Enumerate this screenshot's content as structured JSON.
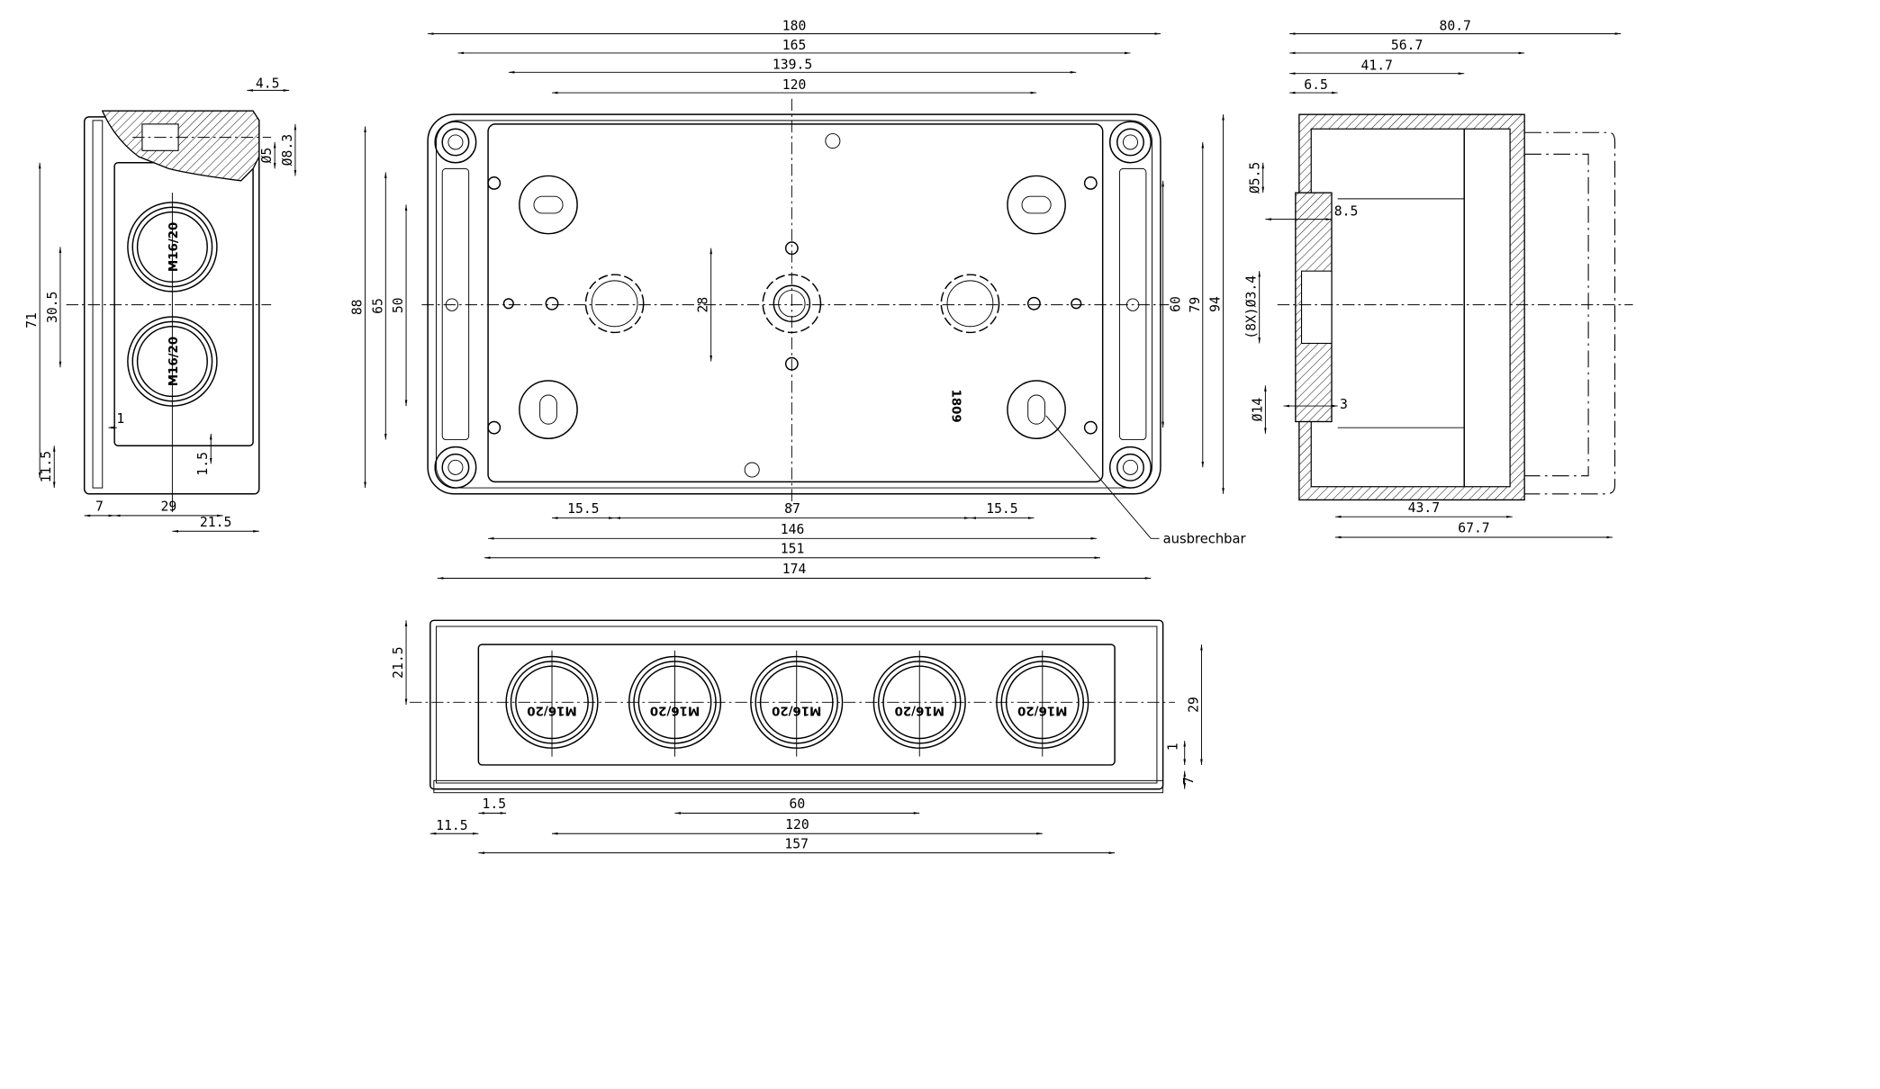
{
  "drawing": {
    "gland_label": "M16/20",
    "part_number": "1809",
    "note_knockout": "ausbrechbar"
  },
  "left_view": {
    "dims": [
      "4.5",
      "Ø5",
      "Ø8.3",
      "71",
      "30.5",
      "1",
      "1.5",
      "11.5",
      "7",
      "29",
      "21.5"
    ]
  },
  "front_view": {
    "dims": [
      "180",
      "165",
      "139.5",
      "120",
      "15.5",
      "87",
      "15.5",
      "146",
      "151",
      "174",
      "88",
      "65",
      "50",
      "28",
      "60",
      "79",
      "94"
    ]
  },
  "side_view": {
    "dims": [
      "80.7",
      "56.7",
      "41.7",
      "6.5",
      "Ø5.5",
      "8.5",
      "(8X)Ø3.4",
      "Ø14",
      "3",
      "43.7",
      "67.7"
    ]
  },
  "bottom_view": {
    "dims": [
      "21.5",
      "29",
      "1",
      "7",
      "1.5",
      "11.5",
      "60",
      "120",
      "157"
    ]
  }
}
